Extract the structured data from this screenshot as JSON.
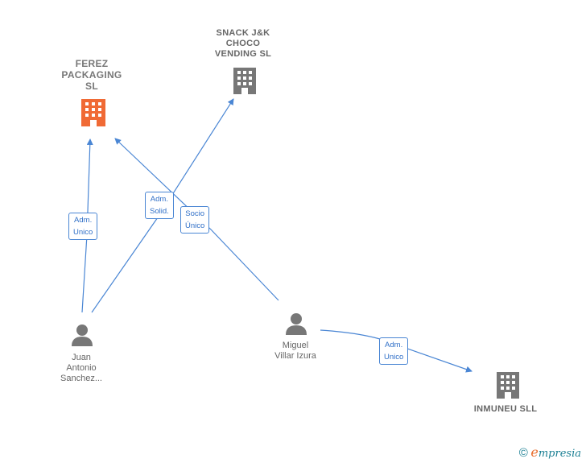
{
  "nodes": {
    "ferez": {
      "name": "FEREZ\nPACKAGING\nSL",
      "type": "company",
      "color": "#f06a35"
    },
    "snack": {
      "name": "SNACK J&K\nCHOCO\nVENDING  SL",
      "type": "company",
      "color": "#777777"
    },
    "inmuneu": {
      "name": "INMUNEU  SLL",
      "type": "company",
      "color": "#777777"
    },
    "juan": {
      "name": "Juan\nAntonio\nSanchez...",
      "type": "person",
      "color": "#777777"
    },
    "miguel": {
      "name": "Miguel\nVillar Izura",
      "type": "person",
      "color": "#777777"
    }
  },
  "edges": [
    {
      "id": "juan-ferez",
      "label": "Adm.\nUnico"
    },
    {
      "id": "juan-snack",
      "label": "Adm.\nSolid."
    },
    {
      "id": "miguel-ferez",
      "label": "Socio\nÚnico"
    },
    {
      "id": "miguel-inmuneu",
      "label": "Adm.\nUnico"
    }
  ],
  "colors": {
    "edge": "#4a86d4",
    "highlight_company": "#f06a35",
    "company": "#777777",
    "person": "#777777"
  },
  "brand": {
    "copyright": "©",
    "initial": "e",
    "rest": "mpresia"
  }
}
